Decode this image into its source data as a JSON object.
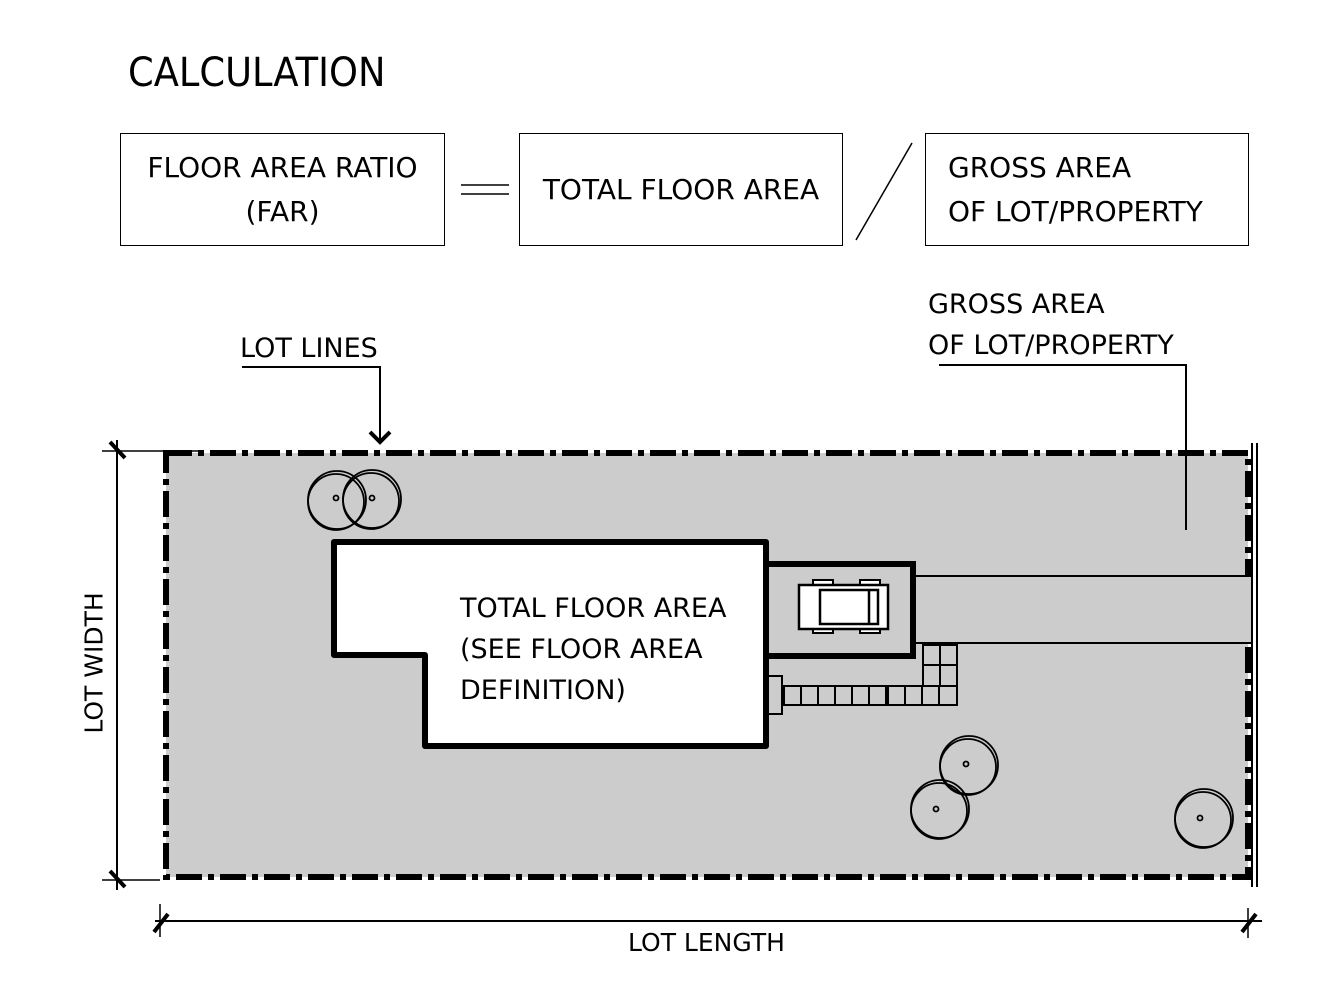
{
  "title": "CALCULATION",
  "formula": {
    "far_line1": "FLOOR AREA RATIO",
    "far_line2": "(FAR)",
    "equals_symbol": "=",
    "total_floor_area": "TOTAL FLOOR AREA",
    "divide_symbol": "/",
    "gross_line1": "GROSS AREA",
    "gross_line2": "OF LOT/PROPERTY"
  },
  "diagram": {
    "lot_lines_label": "LOT LINES",
    "gross_area_label_line1": "GROSS AREA",
    "gross_area_label_line2": "OF LOT/PROPERTY",
    "building_label_line1": "TOTAL FLOOR AREA",
    "building_label_line2": "(SEE FLOOR AREA",
    "building_label_line3": "DEFINITION)",
    "lot_width_label": "LOT WIDTH",
    "lot_length_label": "LOT LENGTH",
    "colors": {
      "lot_fill": "#cccccc",
      "building_fill": "#ffffff",
      "line": "#000000"
    }
  }
}
